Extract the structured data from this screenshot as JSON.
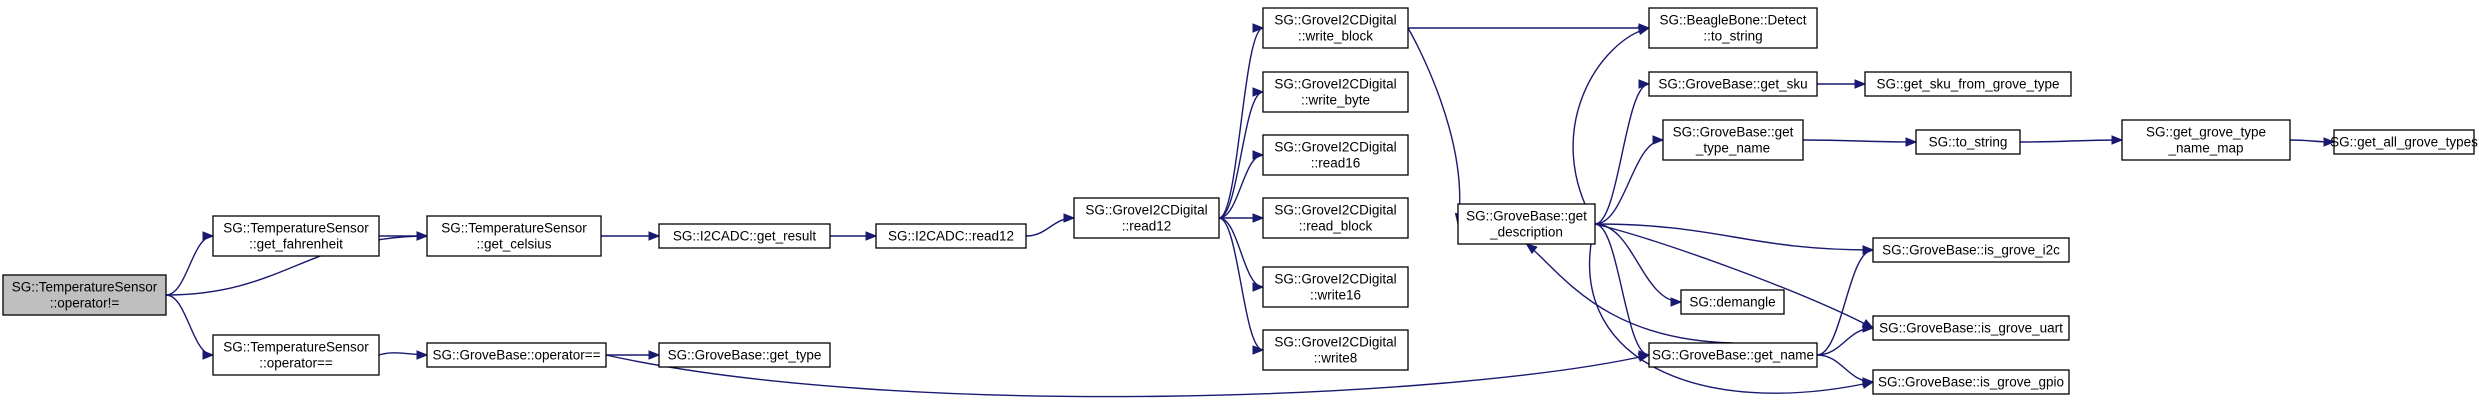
{
  "colors": {
    "edge": "#191970",
    "root_fill": "#bfbfbf",
    "node_fill": "#ffffff",
    "node_stroke": "#000000"
  },
  "nodes": [
    {
      "id": "op_neq",
      "lines": [
        "SG::TemperatureSensor",
        "::operator!="
      ],
      "root": true
    },
    {
      "id": "get_fahr",
      "lines": [
        "SG::TemperatureSensor",
        "::get_fahrenheit"
      ]
    },
    {
      "id": "op_eq",
      "lines": [
        "SG::TemperatureSensor",
        "::operator=="
      ]
    },
    {
      "id": "get_celsius",
      "lines": [
        "SG::TemperatureSensor",
        "::get_celsius"
      ]
    },
    {
      "id": "gb_op_eq",
      "lines": [
        "SG::GroveBase::operator=="
      ]
    },
    {
      "id": "gb_get_type",
      "lines": [
        "SG::GroveBase::get_type"
      ]
    },
    {
      "id": "i2c_get_result",
      "lines": [
        "SG::I2CADC::get_result"
      ]
    },
    {
      "id": "i2c_read12",
      "lines": [
        "SG::I2CADC::read12"
      ]
    },
    {
      "id": "gd_read12",
      "lines": [
        "SG::GroveI2CDigital",
        "::read12"
      ]
    },
    {
      "id": "gd_write_block",
      "lines": [
        "SG::GroveI2CDigital",
        "::write_block"
      ]
    },
    {
      "id": "gd_write_byte",
      "lines": [
        "SG::GroveI2CDigital",
        "::write_byte"
      ]
    },
    {
      "id": "gd_read16",
      "lines": [
        "SG::GroveI2CDigital",
        "::read16"
      ]
    },
    {
      "id": "gd_read_block",
      "lines": [
        "SG::GroveI2CDigital",
        "::read_block"
      ]
    },
    {
      "id": "gd_write16",
      "lines": [
        "SG::GroveI2CDigital",
        "::write16"
      ]
    },
    {
      "id": "gd_write8",
      "lines": [
        "SG::GroveI2CDigital",
        "::write8"
      ]
    },
    {
      "id": "gb_get_desc",
      "lines": [
        "SG::GroveBase::get",
        "_description"
      ]
    },
    {
      "id": "bb_to_string",
      "lines": [
        "SG::BeagleBone::Detect",
        "::to_string"
      ]
    },
    {
      "id": "gb_get_sku",
      "lines": [
        "SG::GroveBase::get_sku"
      ]
    },
    {
      "id": "gb_get_type_name",
      "lines": [
        "SG::GroveBase::get",
        "_type_name"
      ]
    },
    {
      "id": "demangle",
      "lines": [
        "SG::demangle"
      ]
    },
    {
      "id": "gb_get_name",
      "lines": [
        "SG::GroveBase::get_name"
      ]
    },
    {
      "id": "sku_from_type",
      "lines": [
        "SG::get_sku_from_grove_type"
      ]
    },
    {
      "id": "to_string",
      "lines": [
        "SG::to_string"
      ]
    },
    {
      "id": "type_name_map",
      "lines": [
        "SG::get_grove_type",
        "_name_map"
      ]
    },
    {
      "id": "all_types",
      "lines": [
        "SG::get_all_grove_types"
      ]
    },
    {
      "id": "is_i2c",
      "lines": [
        "SG::GroveBase::is_grove_i2c"
      ]
    },
    {
      "id": "is_uart",
      "lines": [
        "SG::GroveBase::is_grove_uart"
      ]
    },
    {
      "id": "is_gpio",
      "lines": [
        "SG::GroveBase::is_grove_gpio"
      ]
    }
  ],
  "edges": [
    [
      "op_neq",
      "get_fahr"
    ],
    [
      "op_neq",
      "get_celsius"
    ],
    [
      "op_neq",
      "op_eq"
    ],
    [
      "get_fahr",
      "get_celsius"
    ],
    [
      "op_eq",
      "gb_op_eq"
    ],
    [
      "gb_op_eq",
      "gb_get_type"
    ],
    [
      "gb_op_eq",
      "gb_get_name"
    ],
    [
      "get_celsius",
      "i2c_get_result"
    ],
    [
      "i2c_get_result",
      "i2c_read12"
    ],
    [
      "i2c_read12",
      "gd_read12"
    ],
    [
      "gd_read12",
      "gd_write_block"
    ],
    [
      "gd_read12",
      "gd_write_byte"
    ],
    [
      "gd_read12",
      "gd_read16"
    ],
    [
      "gd_read12",
      "gd_read_block"
    ],
    [
      "gd_read12",
      "gd_write16"
    ],
    [
      "gd_read12",
      "gd_write8"
    ],
    [
      "gd_write_block",
      "bb_to_string"
    ],
    [
      "gd_write_block",
      "gb_get_desc"
    ],
    [
      "gb_get_desc",
      "bb_to_string"
    ],
    [
      "gb_get_desc",
      "gb_get_sku"
    ],
    [
      "gb_get_desc",
      "gb_get_type_name"
    ],
    [
      "gb_get_desc",
      "demangle"
    ],
    [
      "gb_get_desc",
      "gb_get_name"
    ],
    [
      "gb_get_desc",
      "is_i2c"
    ],
    [
      "gb_get_desc",
      "is_uart"
    ],
    [
      "gb_get_desc",
      "is_gpio"
    ],
    [
      "gb_get_sku",
      "sku_from_type"
    ],
    [
      "gb_get_type_name",
      "to_string"
    ],
    [
      "to_string",
      "type_name_map"
    ],
    [
      "type_name_map",
      "all_types"
    ],
    [
      "gb_get_name",
      "gb_get_desc"
    ],
    [
      "gb_get_name",
      "is_i2c"
    ],
    [
      "gb_get_name",
      "is_uart"
    ],
    [
      "gb_get_name",
      "is_gpio"
    ]
  ]
}
